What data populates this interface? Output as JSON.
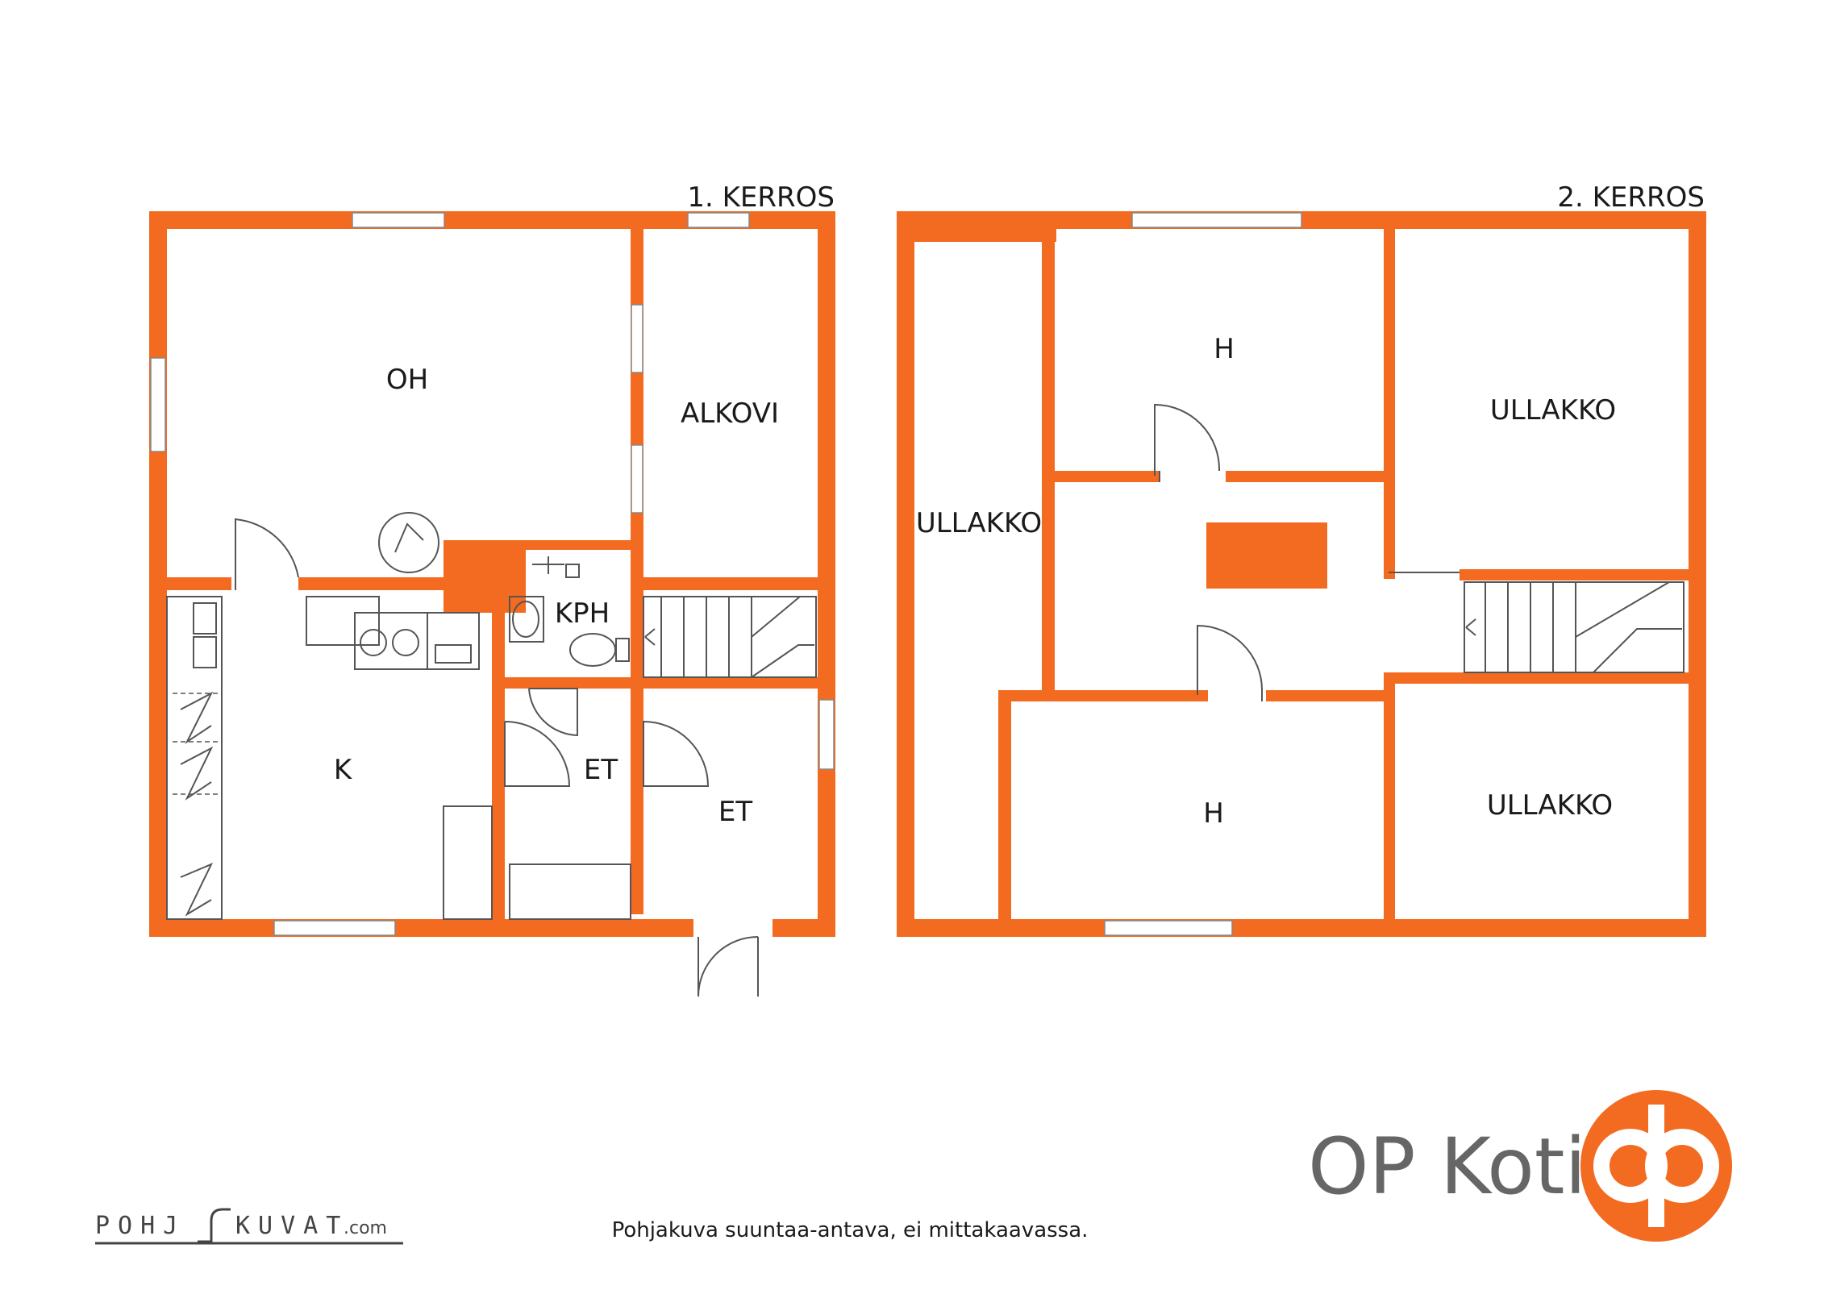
{
  "floors": {
    "first": {
      "label": "1. KERROS"
    },
    "second": {
      "label": "2. KERROS"
    }
  },
  "rooms": {
    "oh": "OH",
    "alkovi": "ALKOVI",
    "kph": "KPH",
    "k": "K",
    "et_inner": "ET",
    "et_outer": "ET",
    "ullakko_left": "ULLAKKO",
    "h_top": "H",
    "ullakko_top_right": "ULLAKKO",
    "h_bottom": "H",
    "ullakko_bottom_right": "ULLAKKO"
  },
  "footer": {
    "disclaimer": "Pohjakuva suuntaa-antava, ei mittakaavassa.",
    "credit_main": "POHJ",
    "credit_tail": "KUVAT",
    "credit_domain": ".com",
    "brand": "OP Koti"
  },
  "colors": {
    "wall": "#F26B21",
    "brand_text": "#666666"
  }
}
